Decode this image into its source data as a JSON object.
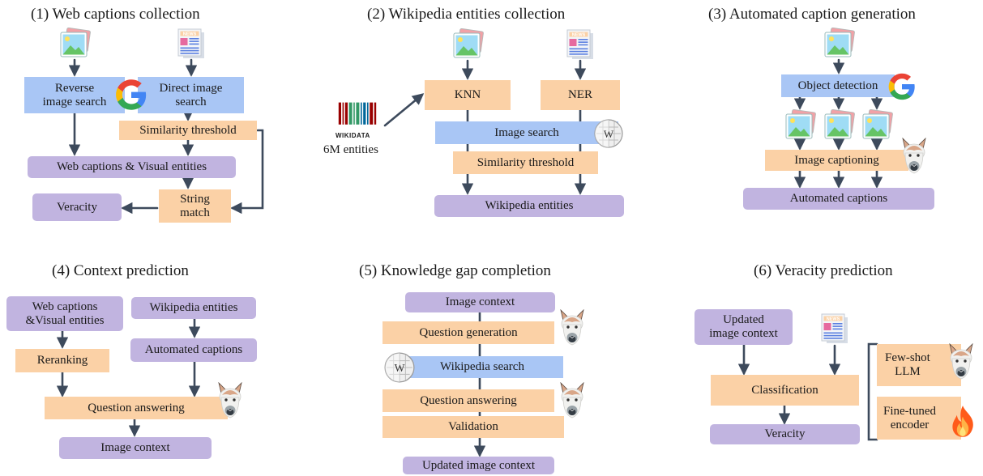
{
  "panel1": {
    "title": "(1) Web captions collection",
    "reverse_search": "Reverse\nimage search",
    "direct_search": "Direct image\nsearch",
    "similarity": "Similarity threshold",
    "web_captions": "Web captions & Visual entities",
    "veracity": "Veracity",
    "string_match": "String\nmatch"
  },
  "panel2": {
    "title": "(2) Wikipedia entities collection",
    "knn": "KNN",
    "ner": "NER",
    "image_search": "Image search",
    "similarity": "Similarity threshold",
    "wikipedia_entities": "Wikipedia entities",
    "wikidata_logo": "WIKIDATA",
    "entities_count": "6M entities"
  },
  "panel3": {
    "title": "(3) Automated caption generation",
    "object_detection": "Object detection",
    "image_captioning": "Image captioning",
    "automated_captions": "Automated captions"
  },
  "panel4": {
    "title": "(4) Context prediction",
    "web_captions": "Web captions\n&Visual entities",
    "wikipedia_entities": "Wikipedia entities",
    "reranking": "Reranking",
    "automated_captions": "Automated captions",
    "question_answering": "Question answering",
    "image_context": "Image context"
  },
  "panel5": {
    "title": "(5) Knowledge gap completion",
    "image_context": "Image context",
    "question_generation": "Question generation",
    "wikipedia_search": "Wikipedia search",
    "question_answering": "Question answering",
    "validation": "Validation",
    "updated_context": "Updated image context"
  },
  "panel6": {
    "title": "(6) Veracity prediction",
    "updated_context": "Updated\nimage context",
    "classification": "Classification",
    "veracity": "Veracity",
    "few_shot": "Few-shot\nLLM",
    "fine_tuned": "Fine-tuned\nencoder"
  },
  "news_label": "NEWS",
  "colors": {
    "blue": "#a9c6f5",
    "orange": "#fbd1a6",
    "purple": "#c1b4e0",
    "arrow": "#3d4a5c"
  },
  "icons": [
    "image-icon",
    "news-icon",
    "google-icon",
    "wikipedia-icon",
    "llama-icon",
    "fire-icon",
    "wikidata-barcode-icon"
  ]
}
